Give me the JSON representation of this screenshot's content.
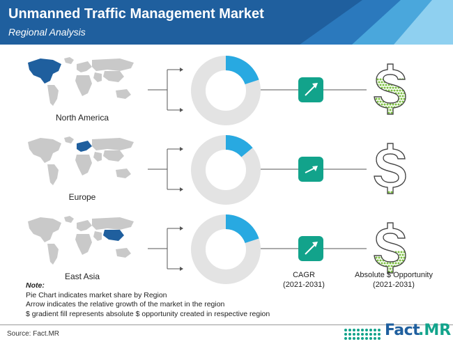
{
  "header": {
    "title": "Unmanned Traffic Management Market",
    "subtitle": "Regional Analysis"
  },
  "chart_data": {
    "type": "pie",
    "regions": [
      {
        "name": "North America",
        "share": 0.2,
        "growth": "high",
        "opportunity_fill": 0.75
      },
      {
        "name": "Europe",
        "share": 0.14,
        "growth": "moderate",
        "opportunity_fill": 0.1
      },
      {
        "name": "East Asia",
        "share": 0.2,
        "growth": "high",
        "opportunity_fill": 0.45
      }
    ],
    "colors": {
      "share": "#28a9e1",
      "rest": "#e3e3e3",
      "badge": "#12a38b",
      "dots": "#7dc142"
    }
  },
  "labels": {
    "cagr": "CAGR",
    "cagr_period": "(2021-2031)",
    "opportunity": "Absolute $ Opportunity",
    "opportunity_period": "(2021-2031)"
  },
  "note": {
    "title": "Note:",
    "line1": "Pie Chart indicates market share by Region",
    "line2": "Arrow indicates the relative growth of the market in the region",
    "line3": "$ gradient fill represents absolute $ opportunity created in respective region"
  },
  "source": "Source: Fact.MR",
  "logo": {
    "part1": "Fact",
    "part2": ".MR"
  }
}
